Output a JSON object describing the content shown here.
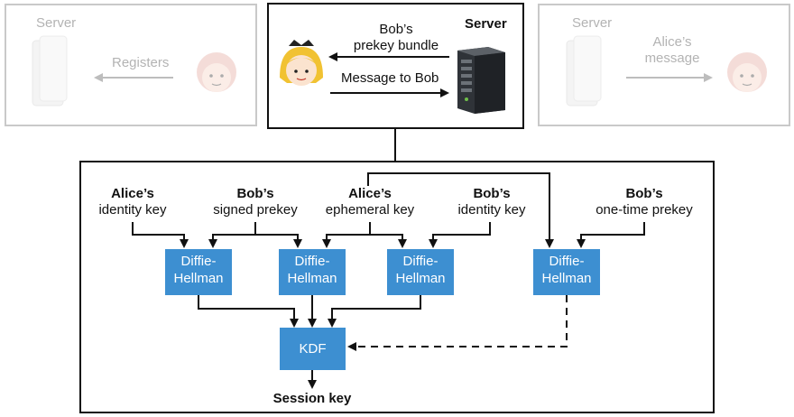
{
  "left_panel": {
    "server_label": "Server",
    "arrow_label": "Registers"
  },
  "center_panel": {
    "server_label": "Server",
    "bundle_label_line1": "Bob’s",
    "bundle_label_line2": "prekey bundle",
    "message_label": "Message to Bob"
  },
  "right_panel": {
    "server_label": "Server",
    "arrow_label_line1": "Alice’s",
    "arrow_label_line2": "message"
  },
  "keys": [
    {
      "owner": "Alice’s",
      "name": "identity key"
    },
    {
      "owner": "Bob’s",
      "name": "signed prekey"
    },
    {
      "owner": "Alice’s",
      "name": "ephemeral key"
    },
    {
      "owner": "Bob’s",
      "name": "identity key"
    },
    {
      "owner": "Bob’s",
      "name": "one-time prekey"
    }
  ],
  "dh_boxes": [
    {
      "line1": "Diffie-",
      "line2": "Hellman"
    },
    {
      "line1": "Diffie-",
      "line2": "Hellman"
    },
    {
      "line1": "Diffie-",
      "line2": "Hellman"
    },
    {
      "line1": "Diffie-",
      "line2": "Hellman"
    }
  ],
  "kdf_label": "KDF",
  "output_label": "Session key",
  "colors": {
    "accent_blue": "#3d8fd1",
    "faded": "#c9c9c9",
    "stroke": "#111111"
  }
}
